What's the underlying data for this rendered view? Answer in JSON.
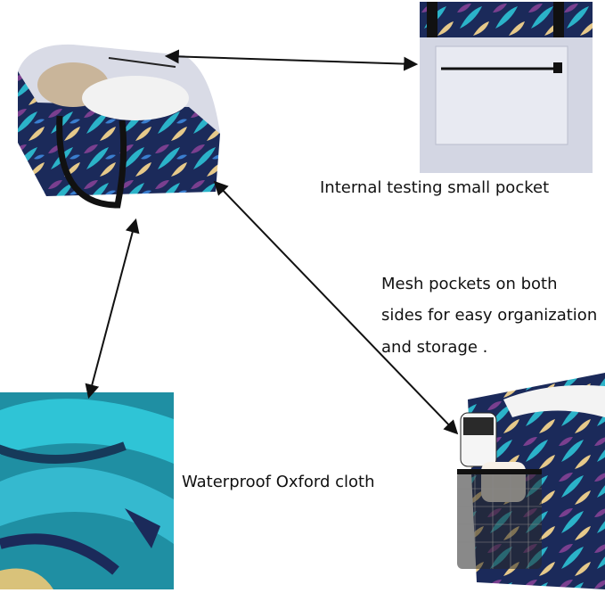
{
  "captions": {
    "pocket": "Internal testing small pocket",
    "mesh_line1": "Mesh pockets on both",
    "mesh_line2": "sides for easy organization",
    "mesh_line3": "and storage .",
    "cloth": "Waterproof Oxford cloth"
  },
  "colors": {
    "bag_navy": "#1b2a5a",
    "leaf_teal": "#2bb3c9",
    "leaf_purple": "#7a3f8f",
    "leaf_yellow": "#e6c98a",
    "lining_gray": "#d9dbe6",
    "handle_black": "#111111"
  }
}
